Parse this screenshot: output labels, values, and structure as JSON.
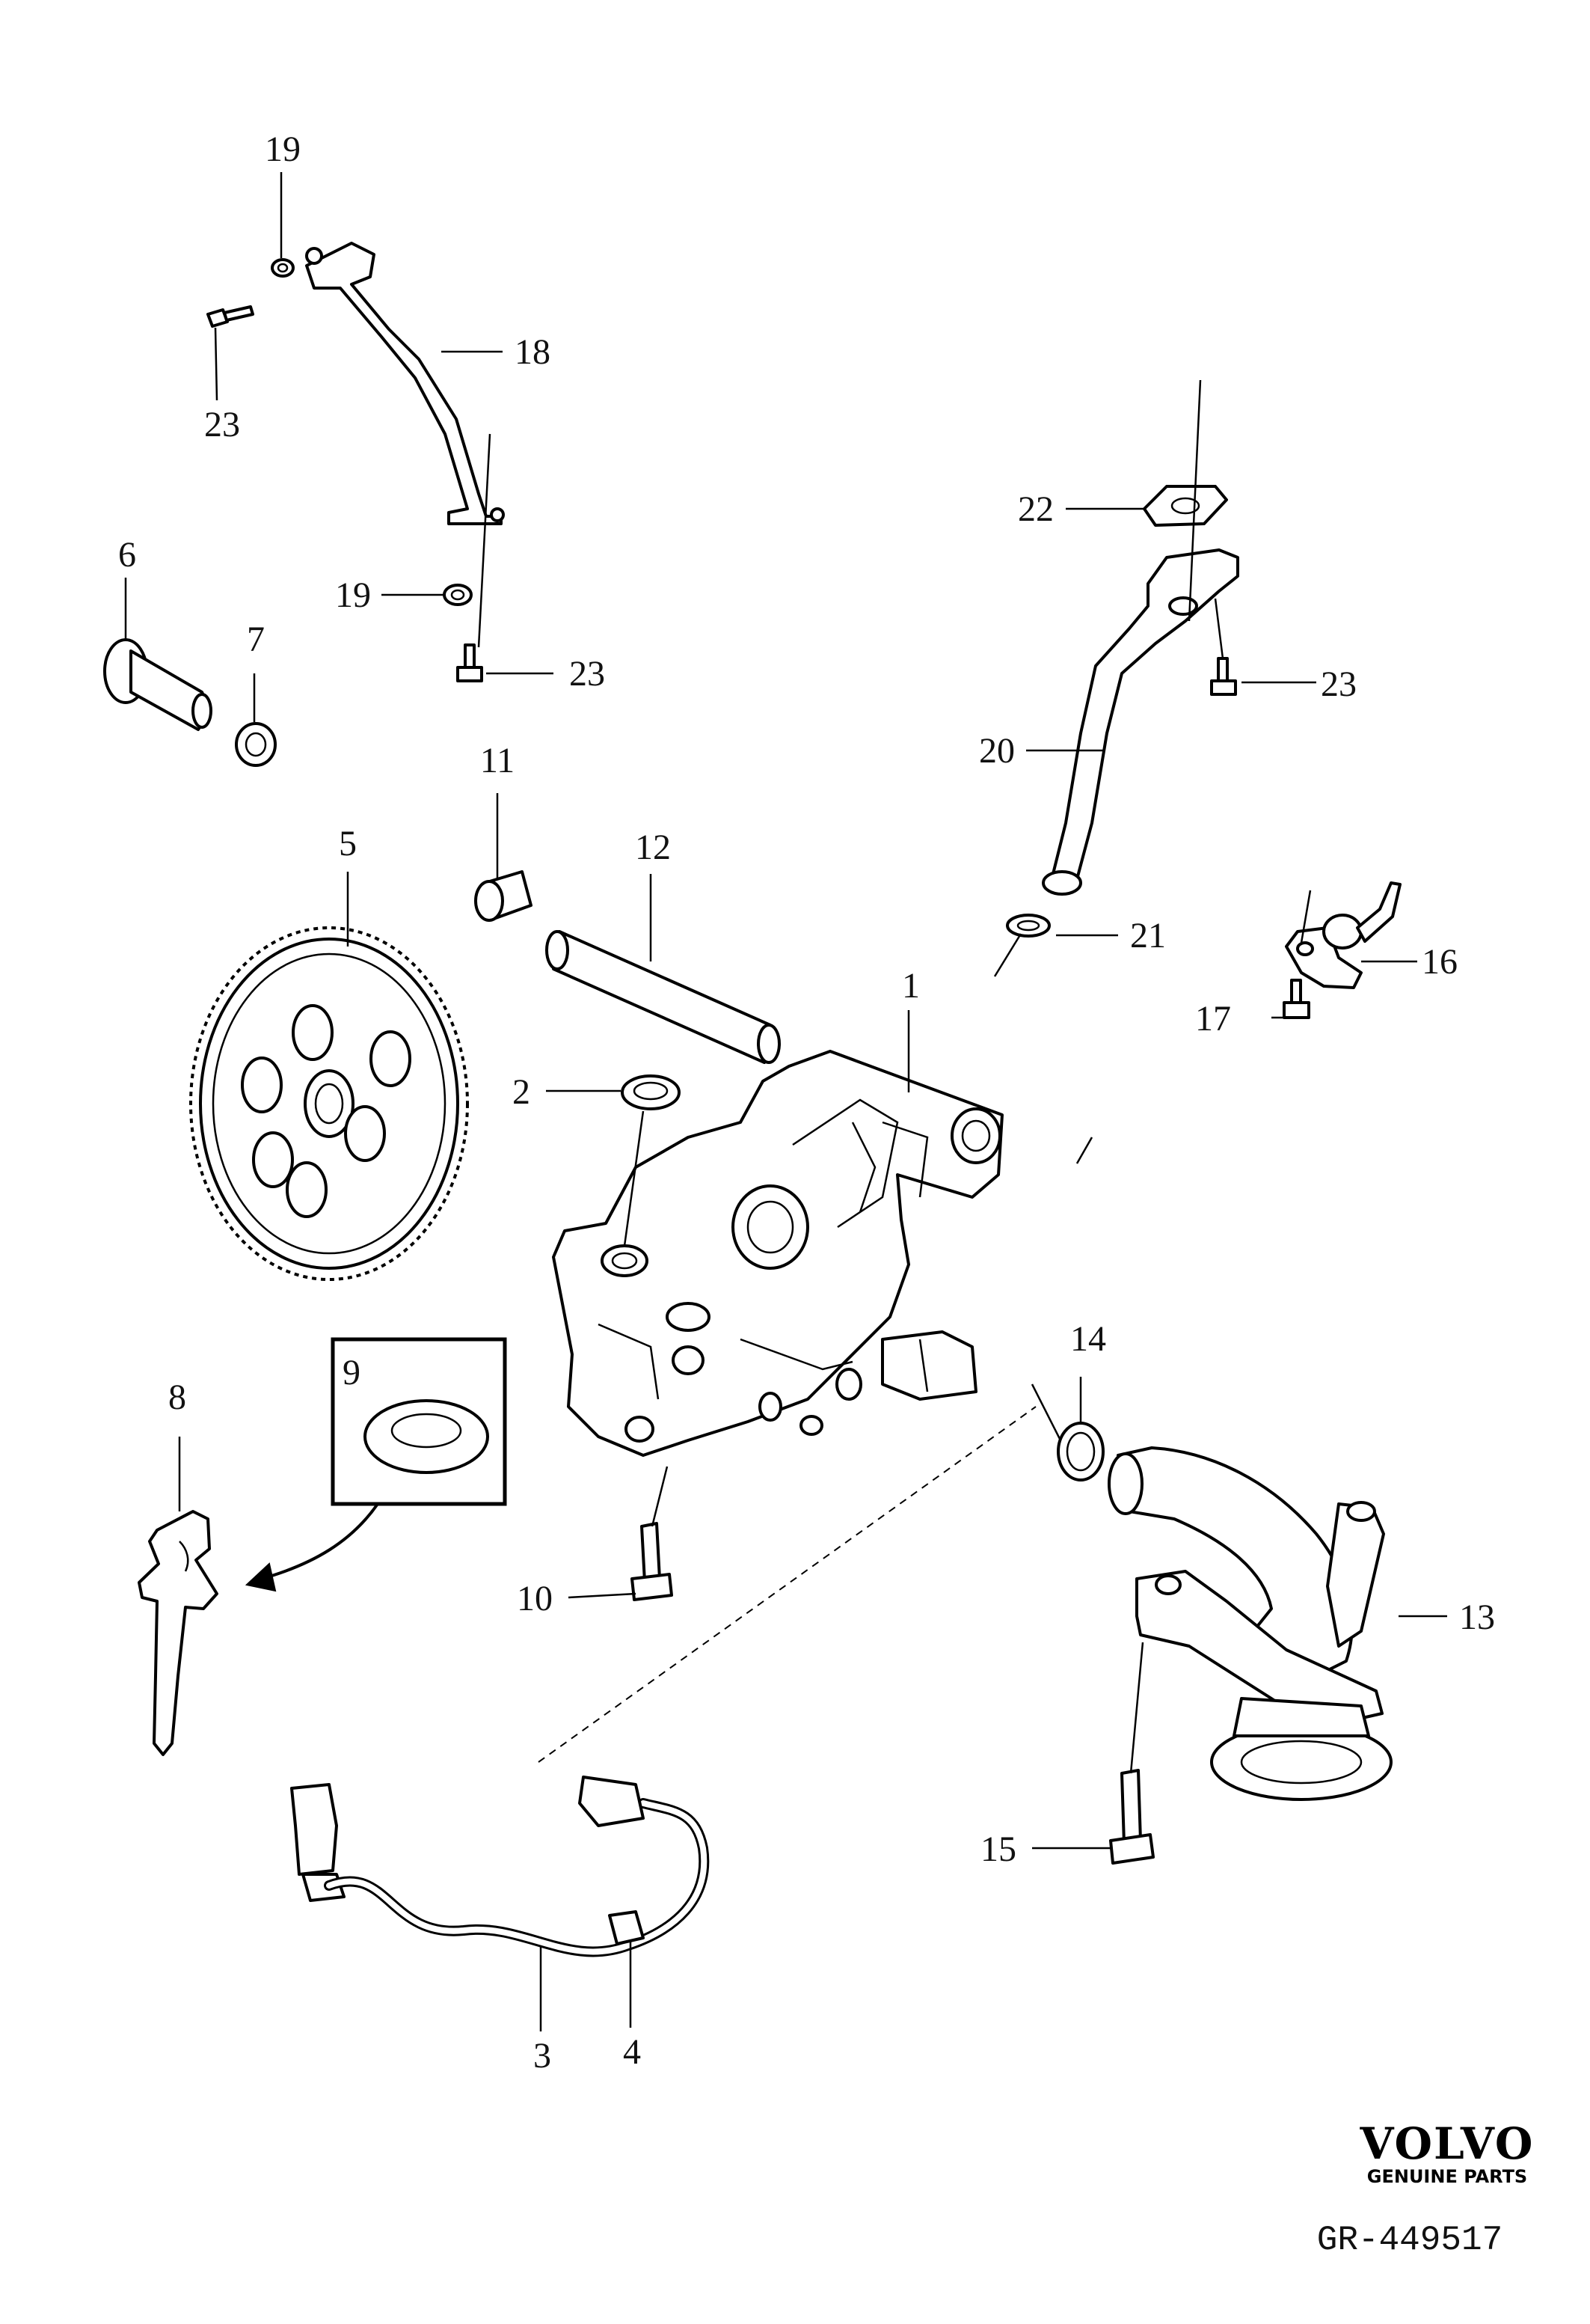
{
  "callouts": {
    "c1": "1",
    "c2": "2",
    "c3": "3",
    "c4": "4",
    "c5": "5",
    "c6": "6",
    "c7": "7",
    "c8": "8",
    "c9": "9",
    "c10": "10",
    "c11": "11",
    "c12": "12",
    "c13": "13",
    "c14": "14",
    "c15": "15",
    "c16": "16",
    "c17": "17",
    "c18": "18",
    "c19a": "19",
    "c19b": "19",
    "c20": "20",
    "c21": "21",
    "c22": "22",
    "c23a": "23",
    "c23b": "23",
    "c23c": "23"
  },
  "footer": {
    "brand": "VOLVO",
    "brand_sub": "GENUINE PARTS",
    "drawing_id": "GR-449517"
  },
  "colors": {
    "line": "#000000",
    "background": "#ffffff"
  }
}
